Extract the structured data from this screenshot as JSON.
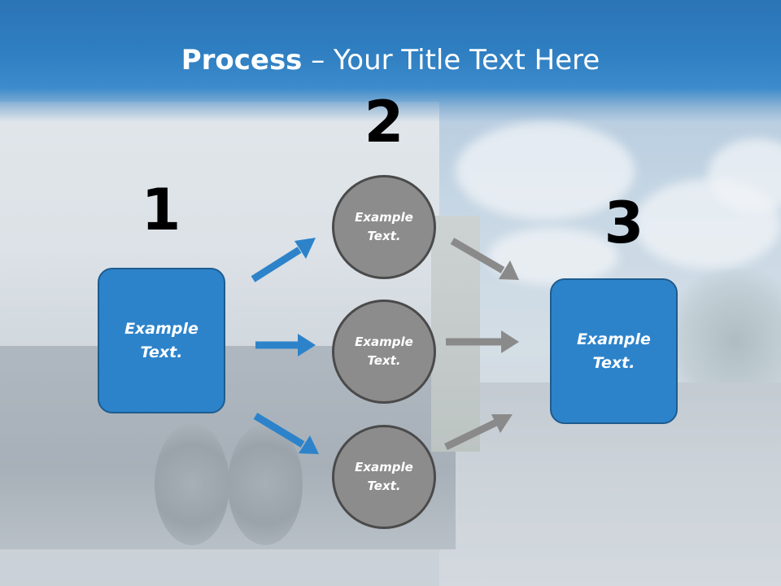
{
  "title": {
    "bold": "Process",
    "rest": " – Your Title Text Here"
  },
  "steps": [
    "1",
    "2",
    "3"
  ],
  "left_box": {
    "line1": "Example",
    "line2": "Text."
  },
  "circles": [
    {
      "line1": "Example",
      "line2": "Text."
    },
    {
      "line1": "Example",
      "line2": "Text."
    },
    {
      "line1": "Example",
      "line2": "Text."
    }
  ],
  "right_box": {
    "line1": "Example",
    "line2": "Text."
  },
  "colors": {
    "box_blue": "#2d83ca",
    "circle_gray": "#8c8c8c",
    "arrow_blue": "#2d83ca",
    "arrow_gray": "#8a8a8a"
  }
}
